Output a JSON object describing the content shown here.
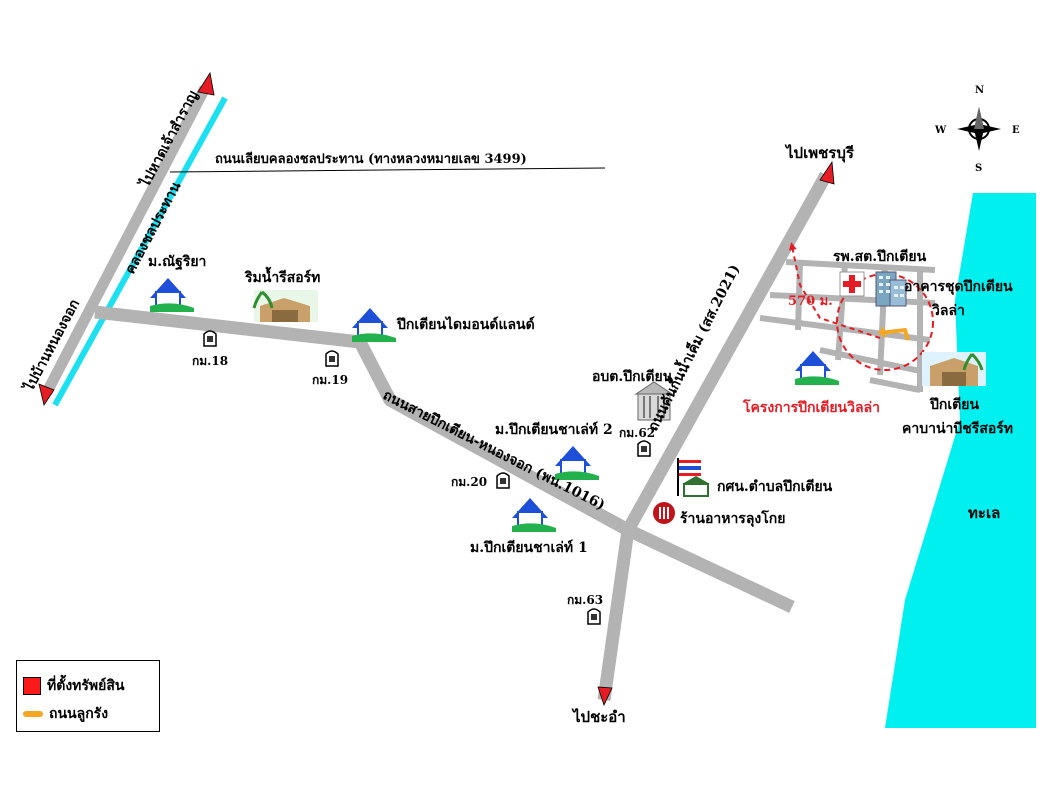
{
  "compass": {
    "n": "N",
    "s": "S",
    "e": "E",
    "w": "W"
  },
  "destinations": {
    "phetchaburi": "ไปเพชรบุรี",
    "cha_am": "ไปชะอำ",
    "ban_nong_chok": "ไปบ้านหนองจอก",
    "hat_chao_samran": "ไปหาดเจ้าสำราญ"
  },
  "roads": {
    "canal_road_callout": "ถนนเลียบคลองชลประทาน (ทางหลวงหมายเลข 3499)",
    "canal_label": "คลองชลประทาน",
    "main_road": "ถนนสายปึกเตียน-หนองจอก (พน.1016)",
    "khan_nam_road": "ถนนคันกั้นน้ำเค็ม (สส.2021)"
  },
  "km_markers": [
    "กม.18",
    "กม.19",
    "กม.20",
    "กม.62",
    "กม.63"
  ],
  "places": {
    "m_natriya": "ม.ณัฐริยา",
    "rim_nam_resort": "ริมน้ำรีสอร์ท",
    "puektian_diamond": "ปึกเตียนไดมอนด์แลนด์",
    "chalet2": "ม.ปึกเตียนชาเล่ท์ 2",
    "chalet1": "ม.ปึกเตียนชาเล่ท์ 1",
    "obt": "อบต.ปึกเตียน",
    "kor_sor_nor": "กศน.ตำบลปึกเตียน",
    "restaurant": "ร้านอาหารลุงโกย",
    "hospital": "รพ.สต.ปึกเตียน",
    "condo_line1": "อาคารชุดปึกเตียน",
    "condo_line2": "วิลล่า",
    "project": "โครงการปึกเตียนวิลล่า",
    "cabana_line1": "ปึกเตียน",
    "cabana_line2": "คาบาน่าบีชรีสอร์ท",
    "distance": "570 ม.",
    "sea": "ทะเล"
  },
  "legend": {
    "property": "ที่ตั้งทรัพย์สิน",
    "access_road": "ถนนลูกรัง"
  },
  "colors": {
    "road": "#b3b3b3",
    "sea": "#00f0f0",
    "canal": "#1ce0f0",
    "arrow": "#e51c23",
    "accent_red": "#e51c23",
    "house_blue": "#1e4fd8",
    "house_green": "#22b14c",
    "property_orange": "#f5a623"
  }
}
